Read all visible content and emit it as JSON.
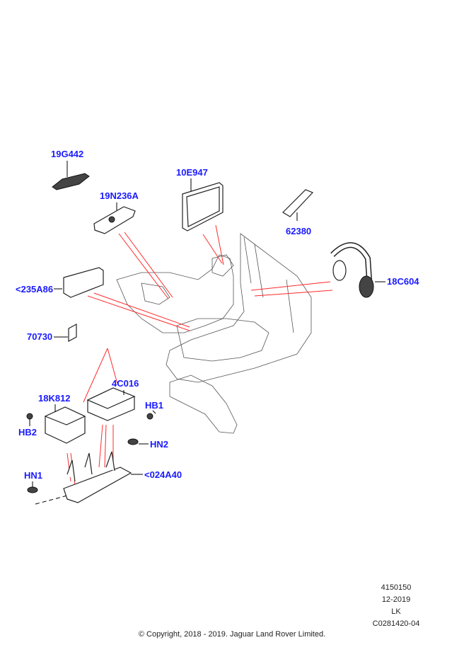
{
  "callouts": {
    "19G442": "19G442",
    "19N236A": "19N236A",
    "10E947": "10E947",
    "62380": "62380",
    "18C604": "18C604",
    "235A86": "<235A86",
    "70730": "70730",
    "18K812": "18K812",
    "4C016": "4C016",
    "HB1": "HB1",
    "HB2": "HB2",
    "HN2": "HN2",
    "HN1": "HN1",
    "024A40": "<024A40"
  },
  "info": {
    "part_ref": "4150150",
    "date": "12-2019",
    "initials": "LK",
    "illustration_id": "C0281420-04"
  },
  "copyright": "© Copyright, 2018 - 2019. Jaguar Land Rover Limited.",
  "colors": {
    "callout": "#1a1aff",
    "leader_red": "#ff2a2a"
  }
}
